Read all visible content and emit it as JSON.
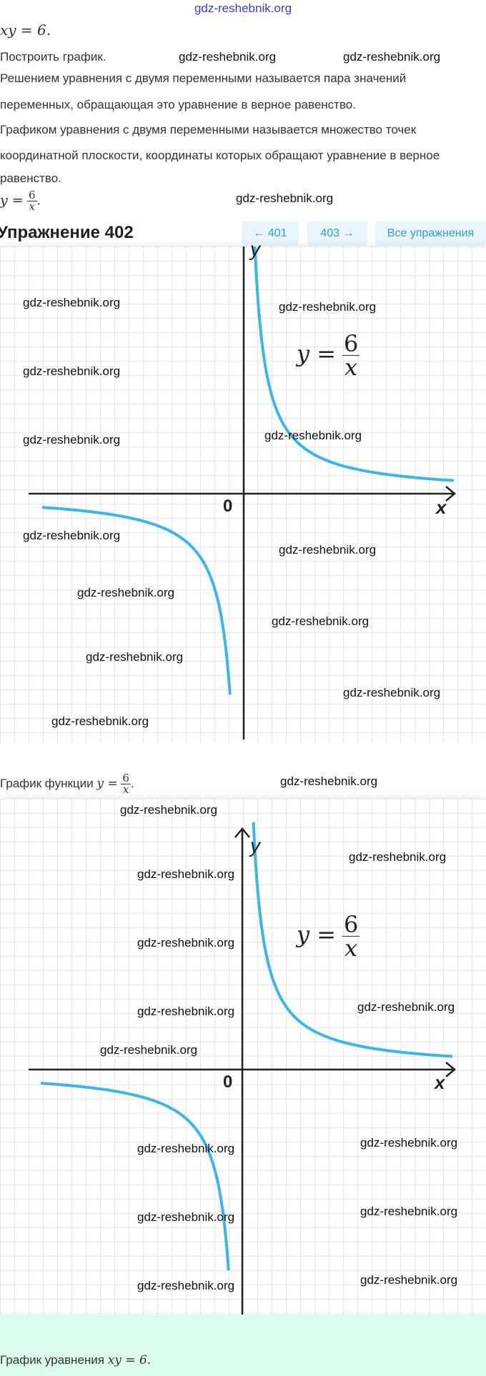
{
  "site_header": "gdz-reshebnik.org",
  "watermark": "gdz-reshebnik.org",
  "equation_top": "xy = 6.",
  "task": "Построить график.",
  "paragraphs": [
    "Решением уравнения с двумя переменными называется пара значений",
    "переменных, обращающая это уравнение в верное равенство.",
    "Графиком уравнения с двумя переменными называется множество точек",
    "координатной плоскости, координаты которых обращают уравнение в верное",
    "равенство."
  ],
  "formula": {
    "lhs": "y =",
    "num": "6",
    "den": "x",
    "end": "."
  },
  "exercise_title": "Упражнение 402",
  "nav": {
    "prev": "← 401",
    "next": "403 →",
    "all": "Все упражнения"
  },
  "graph": {
    "y_label": "y",
    "x_label": "x",
    "origin": "0",
    "formula_lhs": "y =",
    "formula_num": "6",
    "formula_den": "x",
    "curve_color": "#3db5e8"
  },
  "caption1": "График функции",
  "caption2": "График уравнения",
  "caption2_math": "xy = 6."
}
